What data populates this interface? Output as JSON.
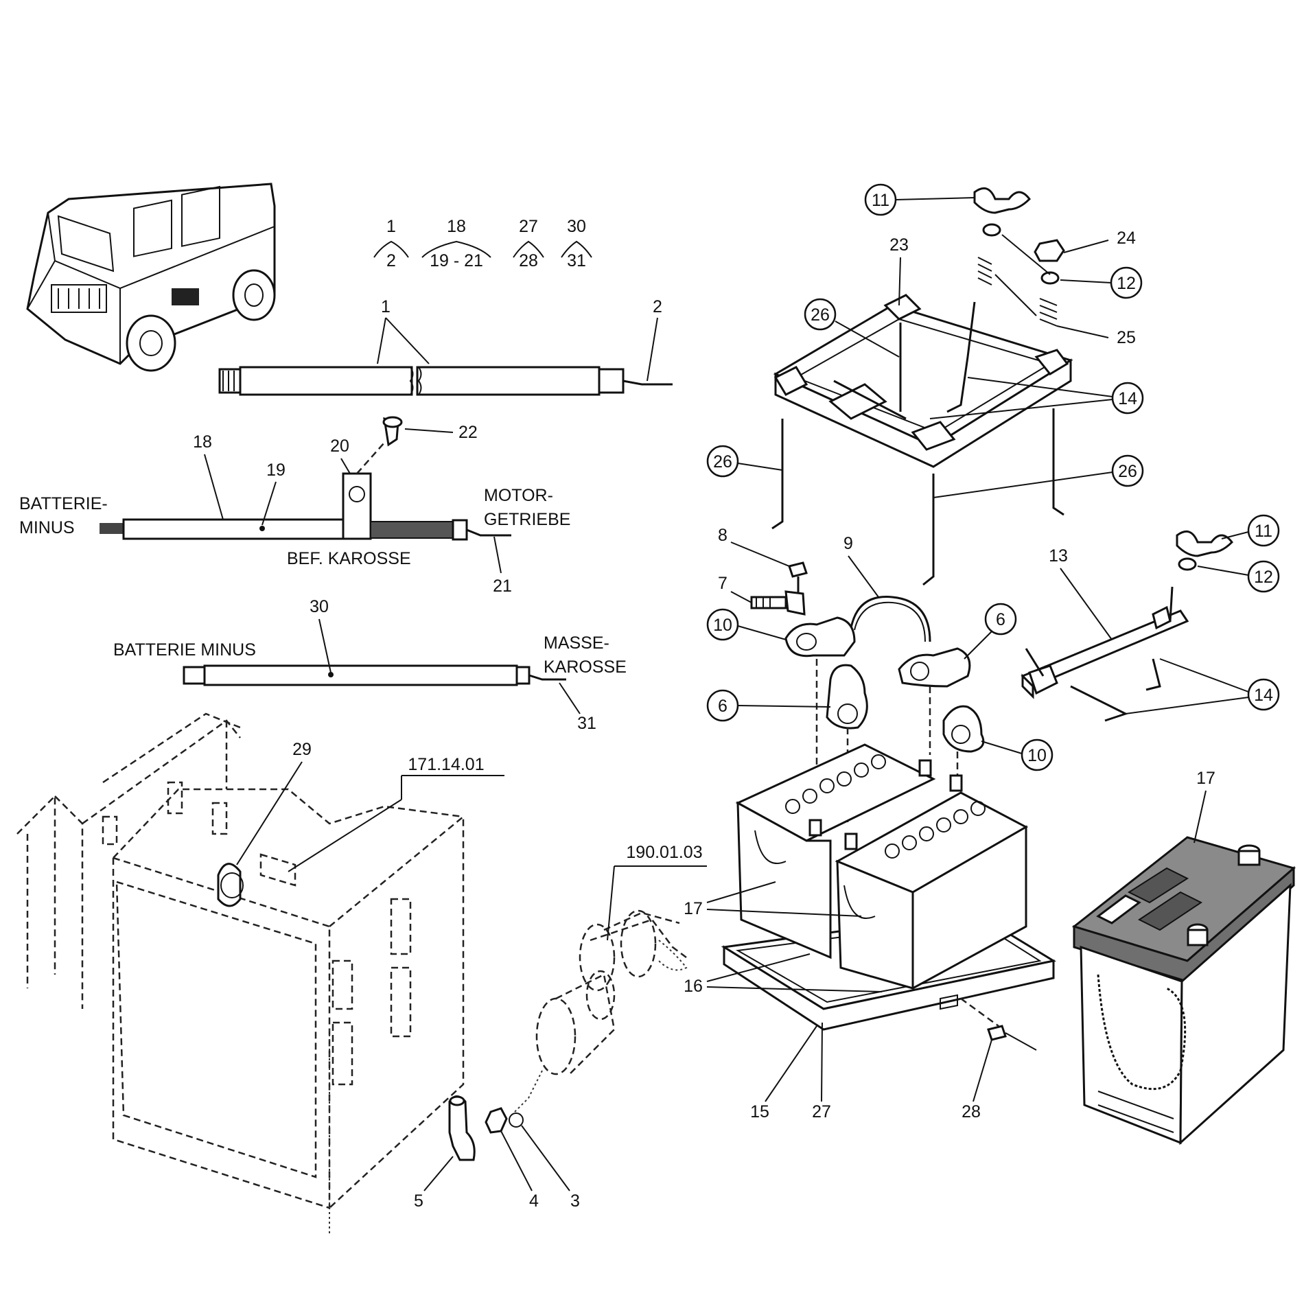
{
  "callouts": {
    "c1": "1",
    "c2": "2",
    "c3": "3",
    "c4": "4",
    "c5": "5",
    "c6": "6",
    "c7": "7",
    "c8": "8",
    "c9": "9",
    "c10": "10",
    "c11": "11",
    "c12": "12",
    "c13": "13",
    "c14": "14",
    "c15": "15",
    "c16": "16",
    "c17": "17",
    "c18": "18",
    "c19": "19",
    "c20": "20",
    "c21": "21",
    "c22": "22",
    "c23": "23",
    "c24": "24",
    "c25": "25",
    "c26": "26",
    "c27": "27",
    "c28": "28",
    "c29": "29",
    "c30": "30",
    "c31": "31",
    "range19_21": "19 - 21",
    "ref171": "171.14.01",
    "ref190": "190.01.03"
  },
  "captions": {
    "batterie_minus_1": "BATTERIE-",
    "batterie_minus_2": "MINUS",
    "motor_1": "MOTOR-",
    "motor_2": "GETRIEBE",
    "bef_karosse": "BEF. KAROSSE",
    "batterie_minus_line": "BATTERIE MINUS",
    "masse_1": "MASSE-",
    "masse_2": "KAROSSE"
  }
}
